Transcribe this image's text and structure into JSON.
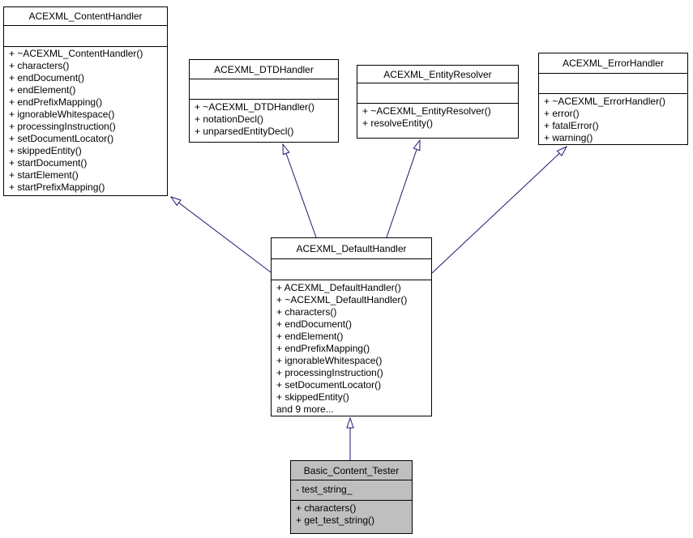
{
  "diagram": {
    "type": "uml-class-inheritance",
    "colors": {
      "background": "#ffffff",
      "box_border": "#000000",
      "box_fill": "#ffffff",
      "highlight_fill": "#bfbfbf",
      "edge": "#191970",
      "text": "#000000"
    },
    "classes": [
      {
        "title": "ACEXML_ContentHandler",
        "attributes": [],
        "methods": [
          "+ ~ACEXML_ContentHandler()",
          "+ characters()",
          "+ endDocument()",
          "+ endElement()",
          "+ endPrefixMapping()",
          "+ ignorableWhitespace()",
          "+ processingInstruction()",
          "+ setDocumentLocator()",
          "+ skippedEntity()",
          "+ startDocument()",
          "+ startElement()",
          "+ startPrefixMapping()"
        ]
      },
      {
        "title": "ACEXML_DTDHandler",
        "attributes": [],
        "methods": [
          "+ ~ACEXML_DTDHandler()",
          "+ notationDecl()",
          "+ unparsedEntityDecl()"
        ]
      },
      {
        "title": "ACEXML_EntityResolver",
        "attributes": [],
        "methods": [
          "+ ~ACEXML_EntityResolver()",
          "+ resolveEntity()"
        ]
      },
      {
        "title": "ACEXML_ErrorHandler",
        "attributes": [],
        "methods": [
          "+ ~ACEXML_ErrorHandler()",
          "+ error()",
          "+ fatalError()",
          "+ warning()"
        ]
      },
      {
        "title": "ACEXML_DefaultHandler",
        "attributes": [],
        "methods": [
          "+ ACEXML_DefaultHandler()",
          "+ ~ACEXML_DefaultHandler()",
          "+ characters()",
          "+ endDocument()",
          "+ endElement()",
          "+ endPrefixMapping()",
          "+ ignorableWhitespace()",
          "+ processingInstruction()",
          "+ setDocumentLocator()",
          "+ skippedEntity()",
          "and 9 more..."
        ]
      },
      {
        "title": "Basic_Content_Tester",
        "attributes": [
          "- test_string_"
        ],
        "methods": [
          "+ characters()",
          "+ get_test_string()"
        ]
      }
    ],
    "edges": [
      {
        "from": "ACEXML_DefaultHandler",
        "to": "ACEXML_ContentHandler",
        "type": "inheritance"
      },
      {
        "from": "ACEXML_DefaultHandler",
        "to": "ACEXML_DTDHandler",
        "type": "inheritance"
      },
      {
        "from": "ACEXML_DefaultHandler",
        "to": "ACEXML_EntityResolver",
        "type": "inheritance"
      },
      {
        "from": "ACEXML_DefaultHandler",
        "to": "ACEXML_ErrorHandler",
        "type": "inheritance"
      },
      {
        "from": "Basic_Content_Tester",
        "to": "ACEXML_DefaultHandler",
        "type": "inheritance"
      }
    ]
  }
}
